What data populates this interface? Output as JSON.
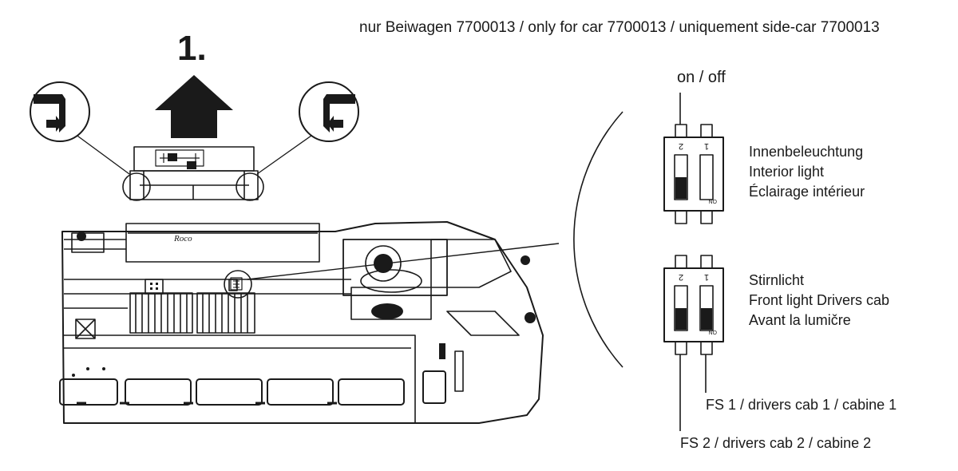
{
  "header": {
    "text": "nur Beiwagen 7700013 / only for car 7700013 / uniquement side-car 7700013"
  },
  "step": {
    "number": "1."
  },
  "locomotive": {
    "brand_text": "Roco"
  },
  "switches": {
    "on_off_label": "on / off",
    "switch_numbers": [
      "2",
      "1"
    ],
    "on_marker": "ON",
    "interior_light": {
      "lines": [
        "Innenbeleuchtung",
        "Interior light",
        "Éclairage intérieur"
      ],
      "switch_2_on": true,
      "switch_1_on": false
    },
    "front_light": {
      "lines": [
        "Stirnlicht",
        "Front light Drivers cab",
        "Avant la lumičre"
      ],
      "switch_2_on": true,
      "switch_1_on": true
    },
    "fs1_label": "FS 1 / drivers cab 1 / cabine 1",
    "fs2_label": "FS 2 / drivers cab 2 / cabine 2"
  }
}
